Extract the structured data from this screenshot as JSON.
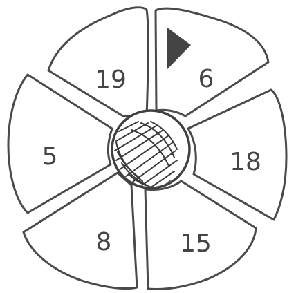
{
  "wheel": {
    "sectors": [
      {
        "id": "top-left",
        "number": "19"
      },
      {
        "id": "top-right",
        "number": "6",
        "marked": true
      },
      {
        "id": "right",
        "number": "18"
      },
      {
        "id": "bottom-right",
        "number": "15"
      },
      {
        "id": "bottom-left",
        "number": "8"
      },
      {
        "id": "left",
        "number": "5"
      }
    ],
    "marker_icon": "triangle-pointer-icon",
    "hub_icon": "crosshatched-ball-icon",
    "colors": {
      "ink": "#444444",
      "paper": "#ffffff"
    }
  }
}
